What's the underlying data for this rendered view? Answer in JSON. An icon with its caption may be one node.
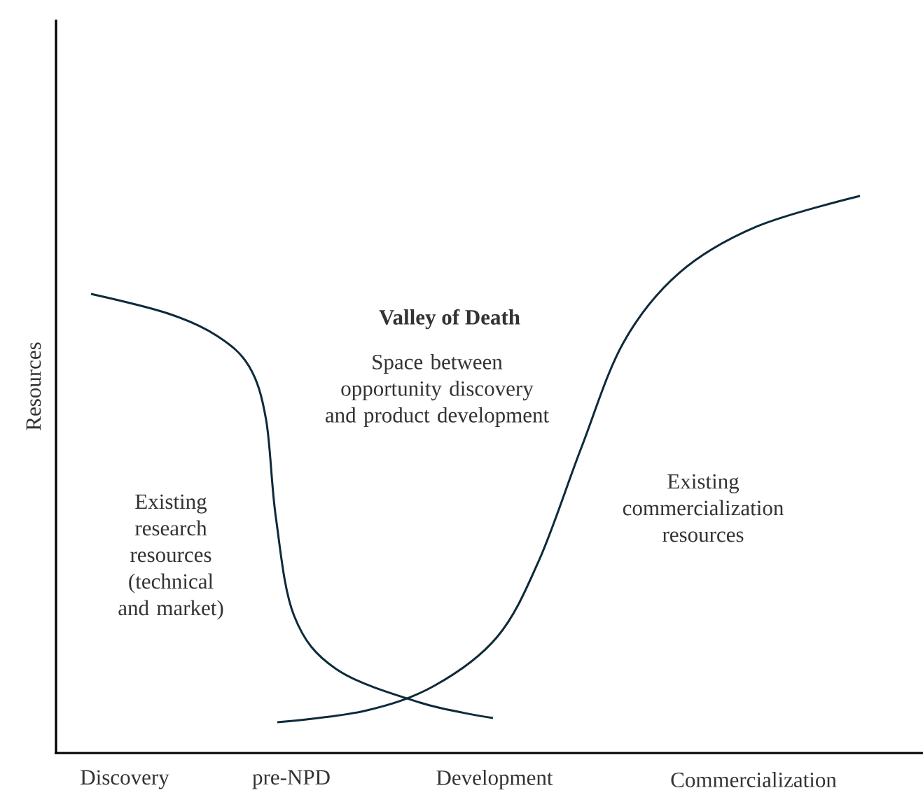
{
  "diagram": {
    "labels": [
      "Resources",
      "Valley of Death",
      "Space between opportunity discovery and product development",
      "Existing research resources (technical and market)",
      "Existing commercialization resources",
      "Discovery",
      "pre-NPD",
      "Development",
      "Commercialization"
    ]
  }
}
